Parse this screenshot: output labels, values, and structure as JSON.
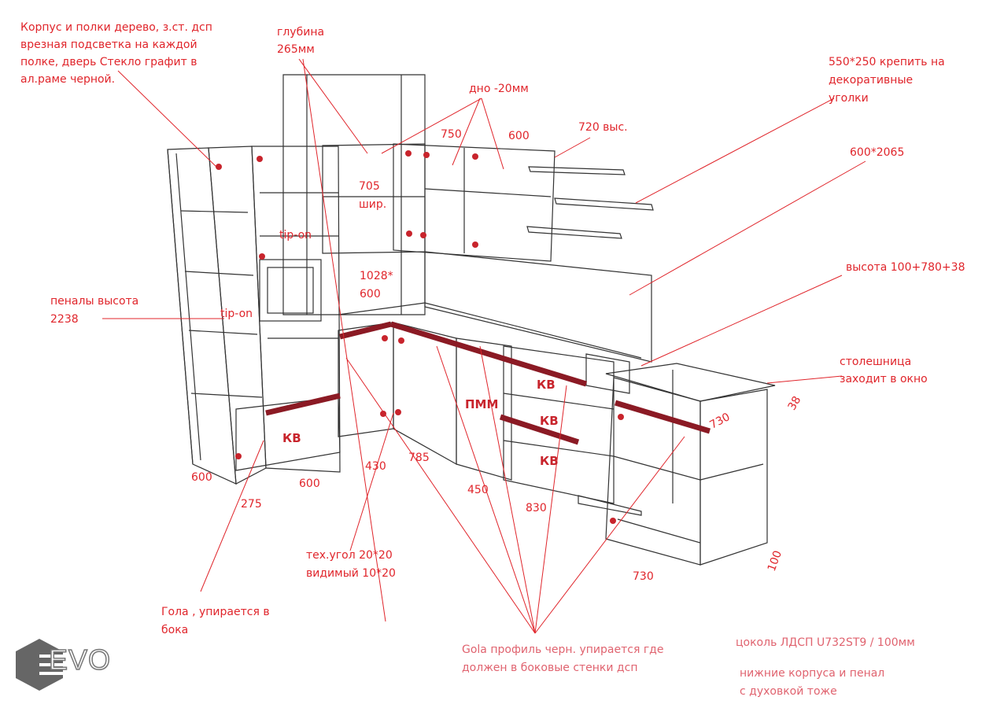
{
  "annotations": {
    "material": [
      "Корпус и полки дерево, з.ст. дсп",
      "врезная подсветка на каждой",
      "полке, дверь Стекло графит в",
      "ал.раме черной."
    ],
    "depth": [
      "глубина",
      "265мм"
    ],
    "bottom": "дно -20мм",
    "upper_widths": [
      "750",
      "600"
    ],
    "shelf_height": "720 выс.",
    "shelves": [
      "550*250 крепить на",
      "декоративные",
      "уголки"
    ],
    "panel": "600*2065",
    "width_705": [
      "705",
      "шир."
    ],
    "tip_on_1": "tip-on",
    "tip_on_2": "tip-on",
    "oven_niche": [
      "1028*",
      "600"
    ],
    "pencil_height": [
      "пеналы высота",
      "2238"
    ],
    "base_height": "высота 100+780+38",
    "countertop": [
      "столешница",
      "заходит в окно"
    ],
    "dim_38": "38",
    "dim_730_top": "730",
    "kv_labels": [
      "КВ",
      "КВ",
      "КВ",
      "КВ"
    ],
    "dishwasher": "ПММ",
    "dims_bottom": [
      "600",
      "275",
      "600",
      "430",
      "785",
      "450",
      "830",
      "730",
      "100"
    ],
    "tech_corner": [
      "тех.угол 20*20",
      "видимый 10*20"
    ],
    "gola_side": [
      "Гола , упирается в",
      "бока"
    ],
    "gola_profile": [
      "Gola профиль черн. упирается где",
      "должен в боковые стенки дсп"
    ],
    "plinth": "цоколь ЛДСП U732ST9 / 100мм",
    "lower_note": [
      "нижние корпуса и пенал",
      "с духовкой тоже"
    ]
  },
  "logo": "EVO",
  "colors": {
    "annotation": "#e0252b",
    "gola": "#8b1a24",
    "wire": "#333333"
  }
}
